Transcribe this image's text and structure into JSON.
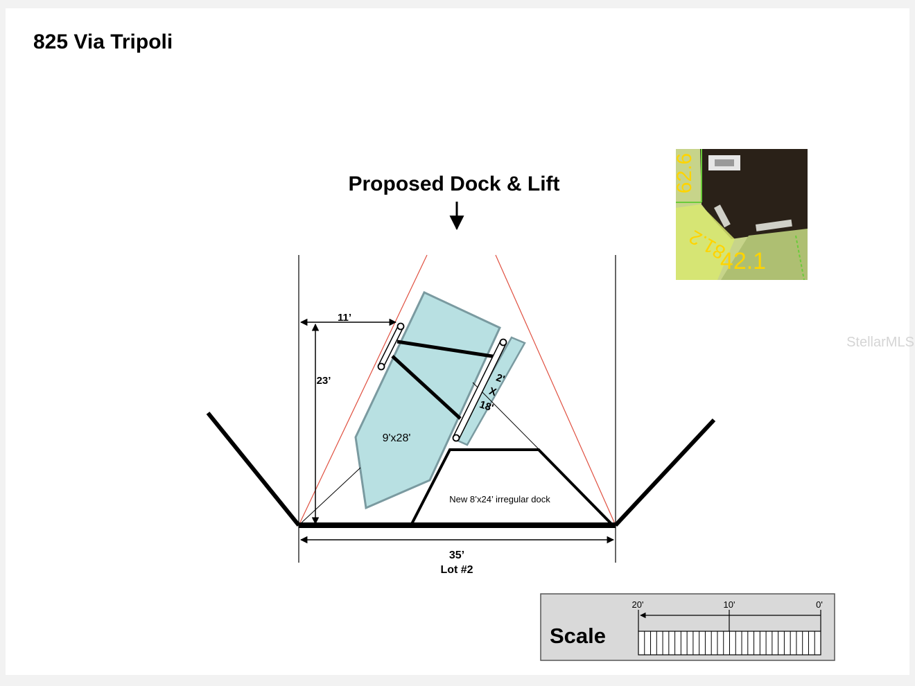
{
  "page_title": "825 Via Tripoli",
  "drawing": {
    "heading": "Proposed Dock & Lift",
    "lot_width": "35’",
    "lot_name": "Lot #2",
    "dim_offset": "11’",
    "dim_depth": "23’",
    "boat_label": "9'x28'",
    "walkway_label_top": "2'",
    "walkway_label_mid": "X",
    "walkway_label_bottom": "18'",
    "dock_label": "New 8’x24’ irregular dock"
  },
  "aerial": {
    "label_top": "62.6",
    "label_left": "81.2",
    "label_right": "42.1"
  },
  "scale_box": {
    "title": "Scale",
    "tick_left": "20'",
    "tick_mid": "10'",
    "tick_right": "0'"
  },
  "watermark": "StellarMLS",
  "colors": {
    "boat_fill": "#b8e0e2",
    "boat_stroke": "#7a9aa0",
    "setback_line": "#e05040",
    "scale_bg": "#d9d9d9",
    "aerial_water": "#2a2118",
    "aerial_land": "#c7d48a"
  }
}
